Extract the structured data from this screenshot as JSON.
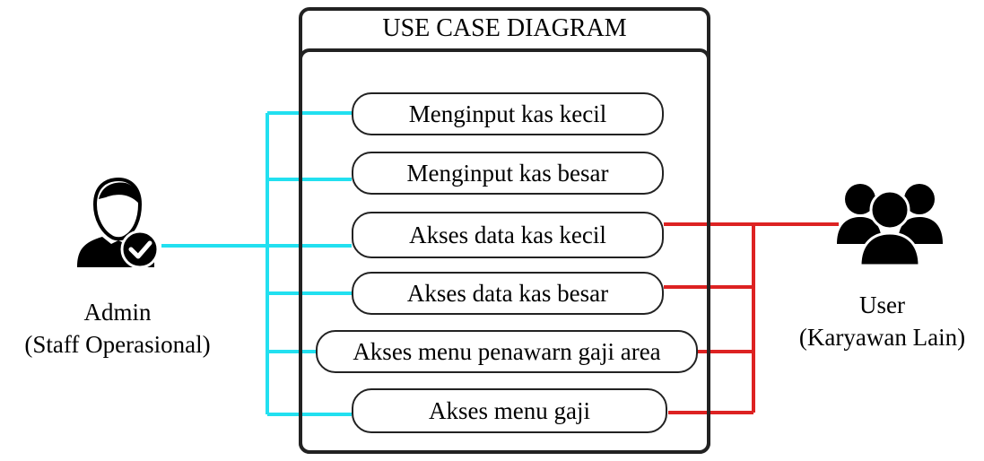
{
  "diagram": {
    "title": "USE CASE DIAGRAM",
    "use_cases": [
      "Menginput kas kecil",
      "Menginput kas besar",
      "Akses data kas kecil",
      "Akses data kas besar",
      "Akses menu penawarn gaji area",
      "Akses menu gaji"
    ],
    "actors": {
      "admin": {
        "name": "Admin",
        "role": "(Staff Operasional)",
        "icon": "verified-user-icon"
      },
      "user": {
        "name": "User",
        "role": "(Karyawan Lain)",
        "icon": "user-group-icon"
      }
    },
    "colors": {
      "admin_link": "#22e0f0",
      "user_link": "#dd2222",
      "border": "#222222"
    }
  }
}
